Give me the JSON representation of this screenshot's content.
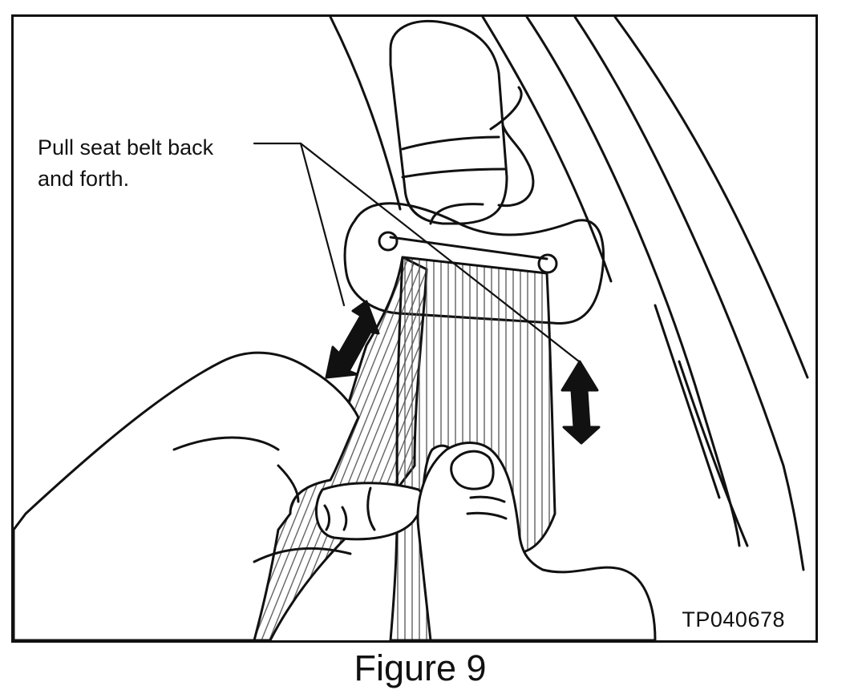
{
  "figure": {
    "callout_lines": [
      "Pull seat belt back",
      "and forth."
    ],
    "reference_code": "TP040678",
    "caption": "Figure 9"
  },
  "icons": {
    "upper_left_arrow": "double-headed-arrow-icon",
    "right_arrow": "double-headed-arrow-icon"
  },
  "colors": {
    "line": "#111111",
    "background": "#ffffff"
  }
}
